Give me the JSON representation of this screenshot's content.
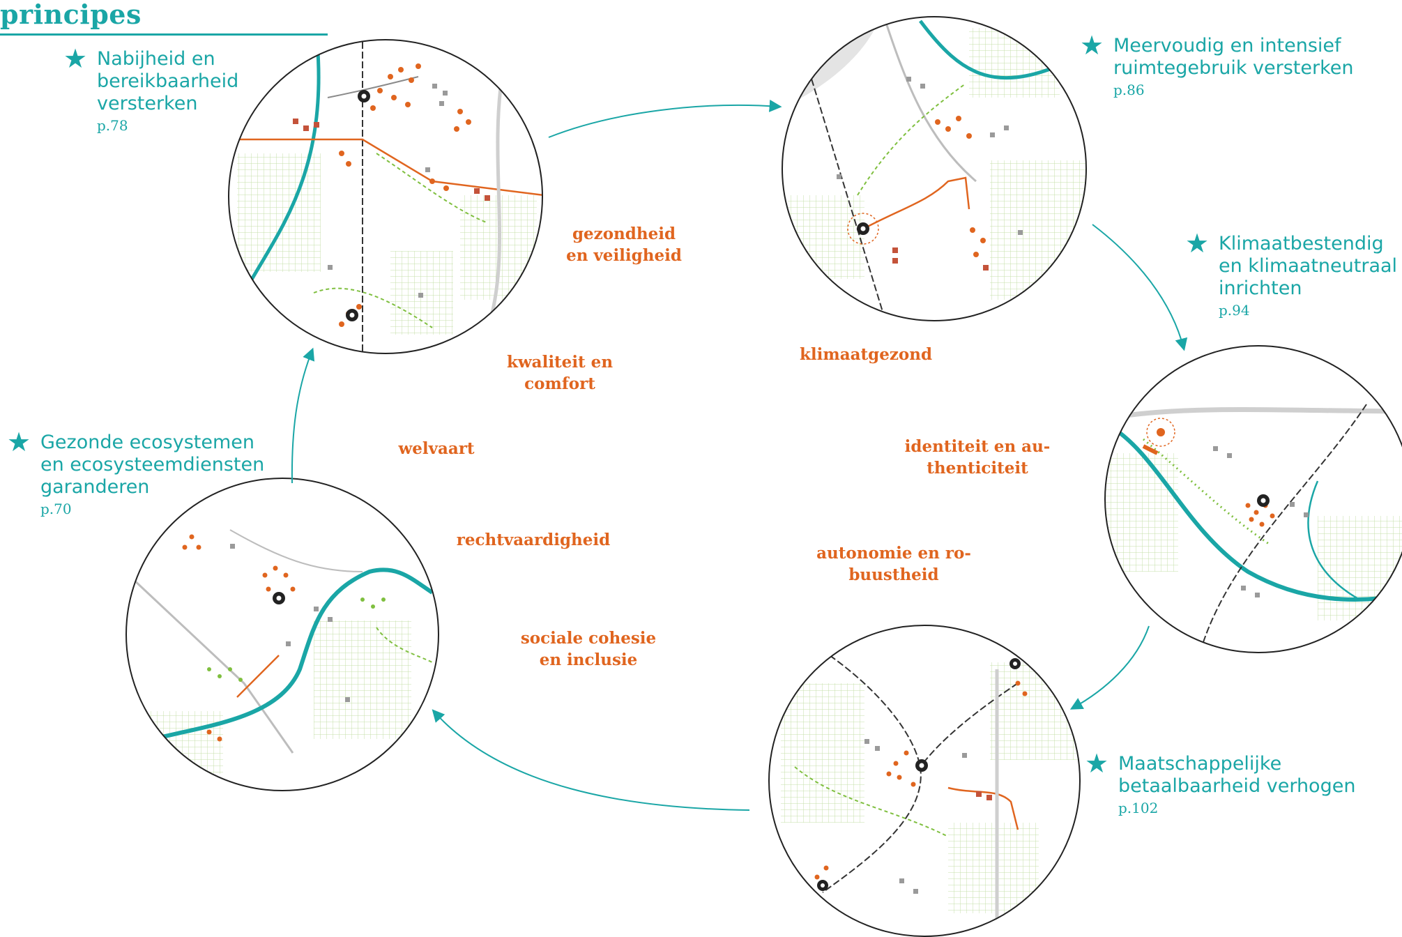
{
  "title": "principes",
  "principles": [
    {
      "lines": [
        "Nabijheid en",
        "bereikbaarheid",
        "versterken"
      ],
      "page": "p.78"
    },
    {
      "lines": [
        "Meervoudig en intensief",
        "ruimtegebruik versterken"
      ],
      "page": "p.86"
    },
    {
      "lines": [
        "Klimaatbestendig",
        "en klimaatneutraal",
        "inrichten"
      ],
      "page": "p.94"
    },
    {
      "lines": [
        "Maatschappelijke",
        "betaalbaarheid verhogen"
      ],
      "page": "p.102"
    },
    {
      "lines": [
        "Gezonde ecosystemen",
        "en ecosysteemdiensten",
        "garanderen"
      ],
      "page": "p.70"
    }
  ],
  "values": [
    {
      "lines": [
        "gezondheid",
        "en veiligheid"
      ]
    },
    {
      "lines": [
        "kwaliteit en",
        "comfort"
      ]
    },
    {
      "lines": [
        "klimaatgezond"
      ]
    },
    {
      "lines": [
        "welvaart"
      ]
    },
    {
      "lines": [
        "identiteit en au-",
        "thenticiteit"
      ]
    },
    {
      "lines": [
        "rechtvaardigheid"
      ]
    },
    {
      "lines": [
        "autonomie en ro-",
        "buustheid"
      ]
    },
    {
      "lines": [
        "sociale cohesie",
        "en inclusie"
      ]
    }
  ],
  "icons": {
    "principle_marker": "star-icon"
  },
  "colors": {
    "teal": "#1aa6a6",
    "orange": "#e0651f",
    "green": "#7fbf3f",
    "grey": "#8a8a8a"
  }
}
